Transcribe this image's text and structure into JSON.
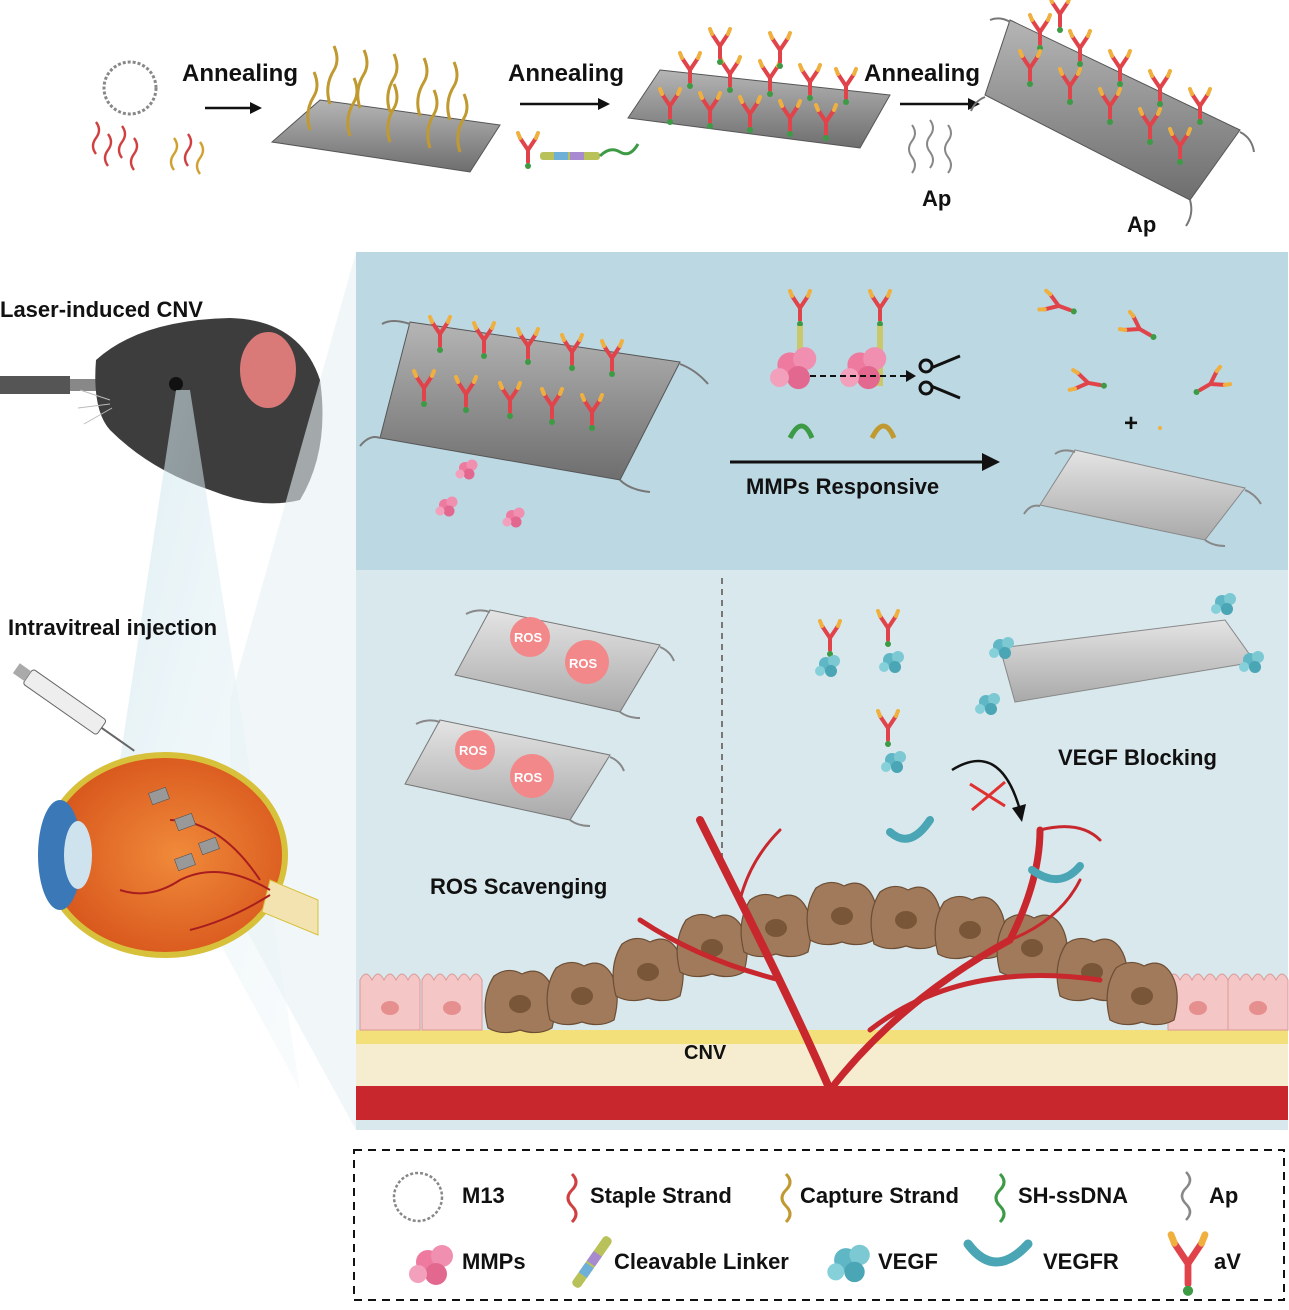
{
  "top": {
    "step1_label": "Annealing",
    "step2_label": "Annealing",
    "step3_label": "Annealing",
    "ap_label": "Ap",
    "ap_label_2": "Ap"
  },
  "left": {
    "laser_label": "Laser-induced CNV",
    "injection_label": "Intravitreal injection"
  },
  "panel_mmp": {
    "responsive_label": "MMPs Responsive",
    "plus": "+"
  },
  "panel_lower": {
    "ros_badge": "ROS",
    "ros_scavenging_label": "ROS Scavenging",
    "vegf_blocking_label": "VEGF Blocking",
    "cnv_label": "CNV"
  },
  "legend": {
    "items": [
      {
        "label": "M13",
        "icon": "m13-circle-icon"
      },
      {
        "label": "Staple Strand",
        "icon": "staple-strand-icon"
      },
      {
        "label": "Capture Strand",
        "icon": "capture-strand-icon"
      },
      {
        "label": "SH-ssDNA",
        "icon": "sh-ssdna-icon"
      },
      {
        "label": "Ap",
        "icon": "aptamer-icon"
      },
      {
        "label": "MMPs",
        "icon": "mmp-cluster-icon"
      },
      {
        "label": "Cleavable Linker",
        "icon": "cleavable-linker-icon"
      },
      {
        "label": "VEGF",
        "icon": "vegf-cluster-icon"
      },
      {
        "label": "VEGFR",
        "icon": "vegfr-receptor-icon"
      },
      {
        "label": "aV",
        "icon": "antibody-icon"
      }
    ]
  },
  "colors": {
    "panel_top_bg": "#bcd8e2",
    "panel_bottom_bg": "#d8e8ed",
    "antibody_red": "#e0444a",
    "antibody_tip": "#f0b040",
    "mmp_pink": "#ee7aa0",
    "vegf_teal": "#5fb7c5",
    "vessel_red": "#c8282d",
    "tissue_brown": "#a07a5a",
    "origami_gray": "#8a8a8a"
  }
}
